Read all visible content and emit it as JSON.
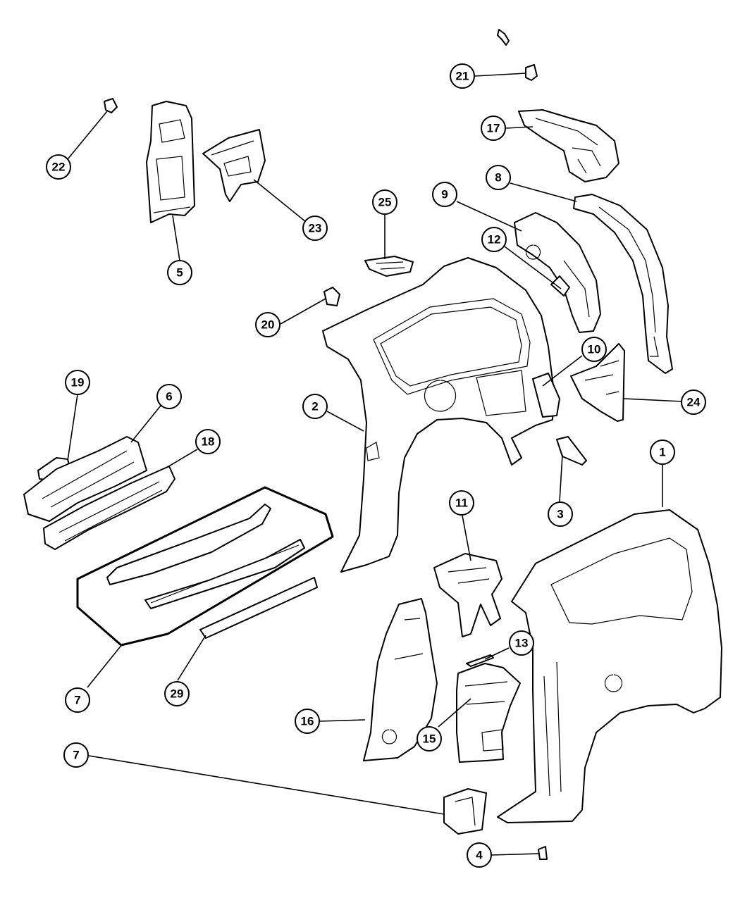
{
  "callouts": [
    {
      "id": "c21",
      "label": "21"
    },
    {
      "id": "c17",
      "label": "17"
    },
    {
      "id": "c22",
      "label": "22"
    },
    {
      "id": "c23",
      "label": "23"
    },
    {
      "id": "c5",
      "label": "5"
    },
    {
      "id": "c25",
      "label": "25"
    },
    {
      "id": "c9",
      "label": "9"
    },
    {
      "id": "c8",
      "label": "8"
    },
    {
      "id": "c12",
      "label": "12"
    },
    {
      "id": "c20",
      "label": "20"
    },
    {
      "id": "c10",
      "label": "10"
    },
    {
      "id": "c24",
      "label": "24"
    },
    {
      "id": "c2",
      "label": "2"
    },
    {
      "id": "c19",
      "label": "19"
    },
    {
      "id": "c6",
      "label": "6"
    },
    {
      "id": "c18",
      "label": "18"
    },
    {
      "id": "c3",
      "label": "3"
    },
    {
      "id": "c1",
      "label": "1"
    },
    {
      "id": "c11",
      "label": "11"
    },
    {
      "id": "c13",
      "label": "13"
    },
    {
      "id": "c7a",
      "label": "7"
    },
    {
      "id": "c29",
      "label": "29"
    },
    {
      "id": "c16",
      "label": "16"
    },
    {
      "id": "c15",
      "label": "15"
    },
    {
      "id": "c7b",
      "label": "7"
    },
    {
      "id": "c4",
      "label": "4"
    }
  ]
}
